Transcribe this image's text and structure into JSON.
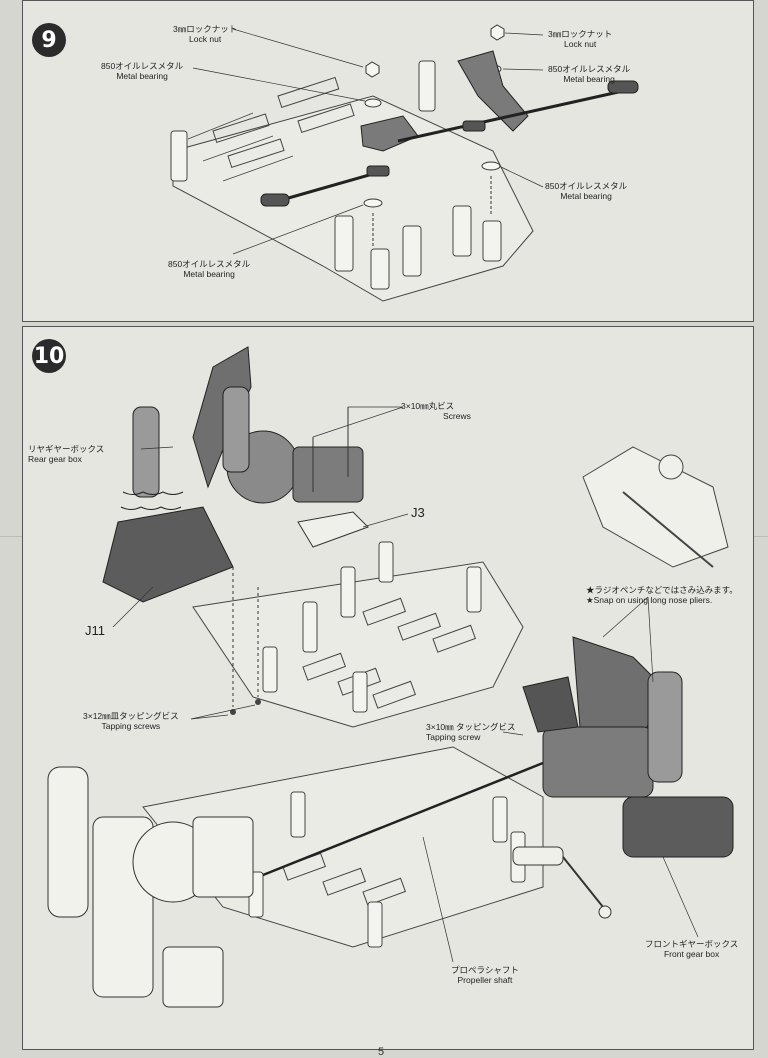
{
  "step9": {
    "number": "9",
    "labels": {
      "lock_nut_left": {
        "jp": "3㎜ロックナット",
        "en": "Lock nut"
      },
      "metal_bearing_top_left": {
        "jp": "850オイルレスメタル",
        "en": "Metal bearing"
      },
      "lock_nut_right": {
        "jp": "3㎜ロックナット",
        "en": "Lock nut"
      },
      "metal_bearing_top_right": {
        "jp": "850オイルレスメタル",
        "en": "Metal bearing"
      },
      "metal_bearing_mid_right": {
        "jp": "850オイルレスメタル",
        "en": "Metal bearing"
      },
      "metal_bearing_bottom": {
        "jp": "850オイルレスメタル",
        "en": "Metal bearing"
      }
    }
  },
  "step10": {
    "number": "10",
    "labels": {
      "screws": {
        "jp": "3×10㎜丸ビス",
        "en": "Screws"
      },
      "rear_gear_box": {
        "jp": "リヤギヤーボックス",
        "en": "Rear gear box"
      },
      "snap_on": {
        "jp": "★ラジオペンチなどではさみ込みます。",
        "en": "★Snap on using long nose pliers."
      },
      "tapping_screws": {
        "jp": "3×12㎜皿タッピングビス",
        "en": "Tapping screws"
      },
      "tapping_screw": {
        "jp": "3×10㎜ タッピングビス",
        "en": "Tapping screw"
      },
      "front_gear_box": {
        "jp": "フロントギヤーボックス",
        "en": "Front gear box"
      },
      "propeller_shaft": {
        "jp": "プロペラシャフト",
        "en": "Propeller shaft"
      }
    },
    "part_codes": {
      "j3": "J3",
      "j11": "J11"
    }
  },
  "page_number": "5"
}
